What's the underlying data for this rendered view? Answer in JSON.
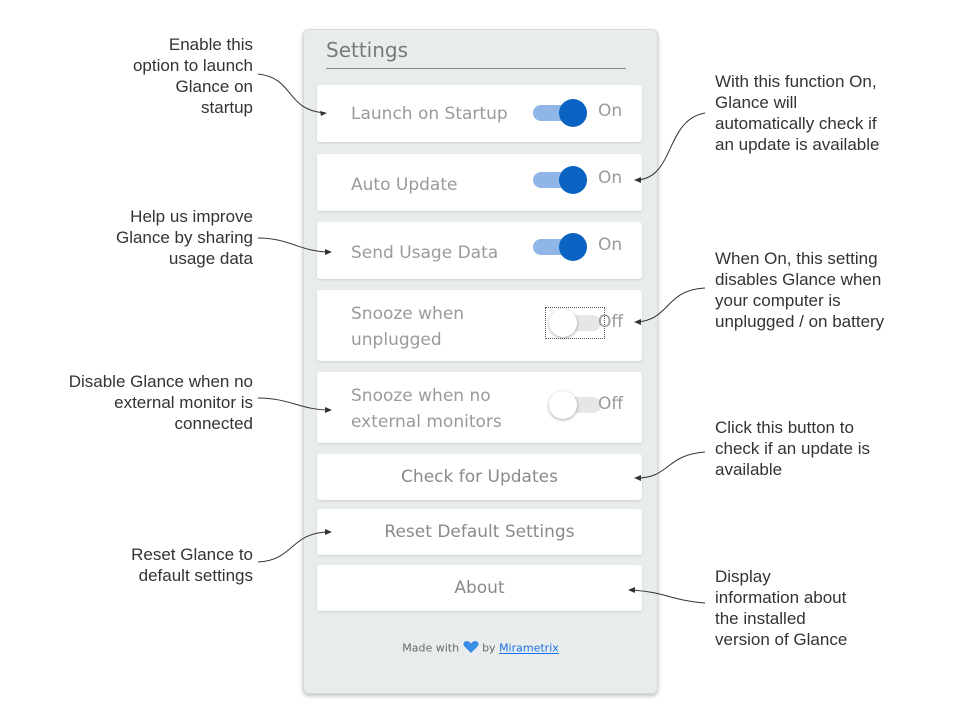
{
  "panel": {
    "title": "Settings",
    "settings": [
      {
        "label": "Launch on Startup",
        "state": "On",
        "on": true
      },
      {
        "label": "Auto Update",
        "state": "On",
        "on": true
      },
      {
        "label": "Send Usage Data",
        "state": "On",
        "on": true
      },
      {
        "label": "Snooze when\nunplugged",
        "state": "Off",
        "on": false
      },
      {
        "label": "Snooze when no\nexternal monitors",
        "state": "Off",
        "on": false
      }
    ],
    "buttons": [
      {
        "label": "Check for Updates"
      },
      {
        "label": "Reset Default Settings"
      },
      {
        "label": "About"
      }
    ],
    "footer": {
      "prefix": "Made with",
      "by": "by",
      "link": "Mirametrix",
      "heart_color": "#3b8ee8"
    }
  },
  "annotations": {
    "launch": "Enable this\noption to launch\nGlance on\nstartup",
    "usage": "Help us improve\nGlance by sharing\nusage data",
    "monitor": "Disable Glance when no\nexternal monitor is\nconnected",
    "reset": "Reset Glance to\ndefault settings",
    "auto_update": "With this function On,\nGlance will\nautomatically check if\nan update is available",
    "unplugged": "When On, this setting\ndisables Glance when\nyour computer is\nunplugged / on battery",
    "check": "Click this button to\ncheck if an update is\navailable",
    "about": "Display\ninformation about\nthe installed\nversion of Glance"
  },
  "colors": {
    "toggle_on": "#0a63c2",
    "track_on": "#8fb6e6",
    "panel_bg": "#e8ecec"
  }
}
